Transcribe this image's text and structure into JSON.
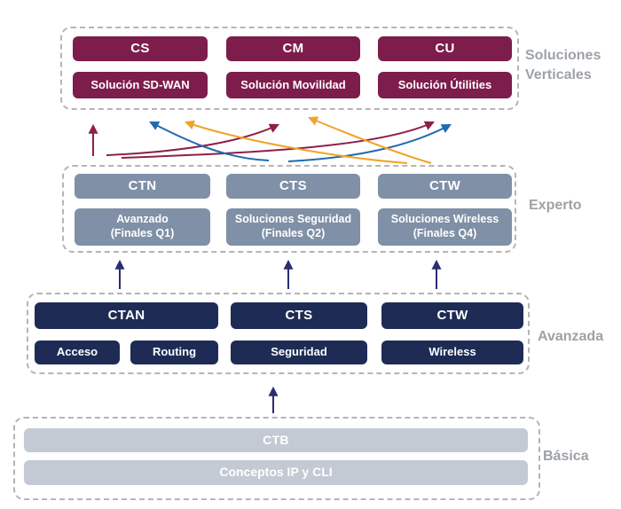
{
  "diagram": {
    "levels": {
      "verticales": {
        "label_line1": "Soluciones",
        "label_line2": "Verticales",
        "certs": [
          "CS",
          "CM",
          "CU"
        ],
        "solutions": [
          "Solución SD-WAN",
          "Solución Movilidad",
          "Solución Útilities"
        ]
      },
      "experto": {
        "label": "Experto",
        "certs": [
          "CTN",
          "CTS",
          "CTW"
        ],
        "tracks": [
          {
            "line1": "Avanzado",
            "line2": "(Finales Q1)"
          },
          {
            "line1": "Soluciones Seguridad",
            "line2": "(Finales Q2)"
          },
          {
            "line1": "Soluciones Wireless",
            "line2": "(Finales Q4)"
          }
        ]
      },
      "avanzada": {
        "label": "Avanzada",
        "certs": [
          "CTAN",
          "CTS",
          "CTW"
        ],
        "modules": [
          "Acceso",
          "Routing",
          "Seguridad",
          "Wireless"
        ]
      },
      "basica": {
        "label": "Básica",
        "cert": "CTB",
        "module": "Conceptos IP y CLI"
      }
    },
    "arrows": [
      {
        "from": "CTN",
        "to": "CS",
        "color": "maroon"
      },
      {
        "from": "CTN",
        "to": "CM",
        "color": "maroon"
      },
      {
        "from": "CTN",
        "to": "CU",
        "color": "maroon"
      },
      {
        "from": "CTS",
        "to": "CS",
        "color": "blue"
      },
      {
        "from": "CTS",
        "to": "CU",
        "color": "blue"
      },
      {
        "from": "CTW",
        "to": "CS",
        "color": "orange"
      },
      {
        "from": "CTW",
        "to": "CM",
        "color": "orange"
      },
      {
        "from": "CTAN",
        "to": "CTN",
        "color": "navy"
      },
      {
        "from": "CTS",
        "to": "CTS",
        "color": "navy"
      },
      {
        "from": "CTW",
        "to": "CTW",
        "color": "navy"
      },
      {
        "from": "CTB",
        "to": "Avanzada",
        "color": "navy"
      }
    ],
    "colors": {
      "maroon": "#7d1d4b",
      "steel_blue": "#7f90a7",
      "navy": "#1d2b55",
      "light_gray": "#c3cad4",
      "label_gray": "#9da2a7",
      "arrow_navy": "#2b2d72",
      "arrow_maroon": "#8e1f4a",
      "arrow_blue": "#1f6ab0",
      "arrow_orange": "#f0a32a"
    }
  }
}
